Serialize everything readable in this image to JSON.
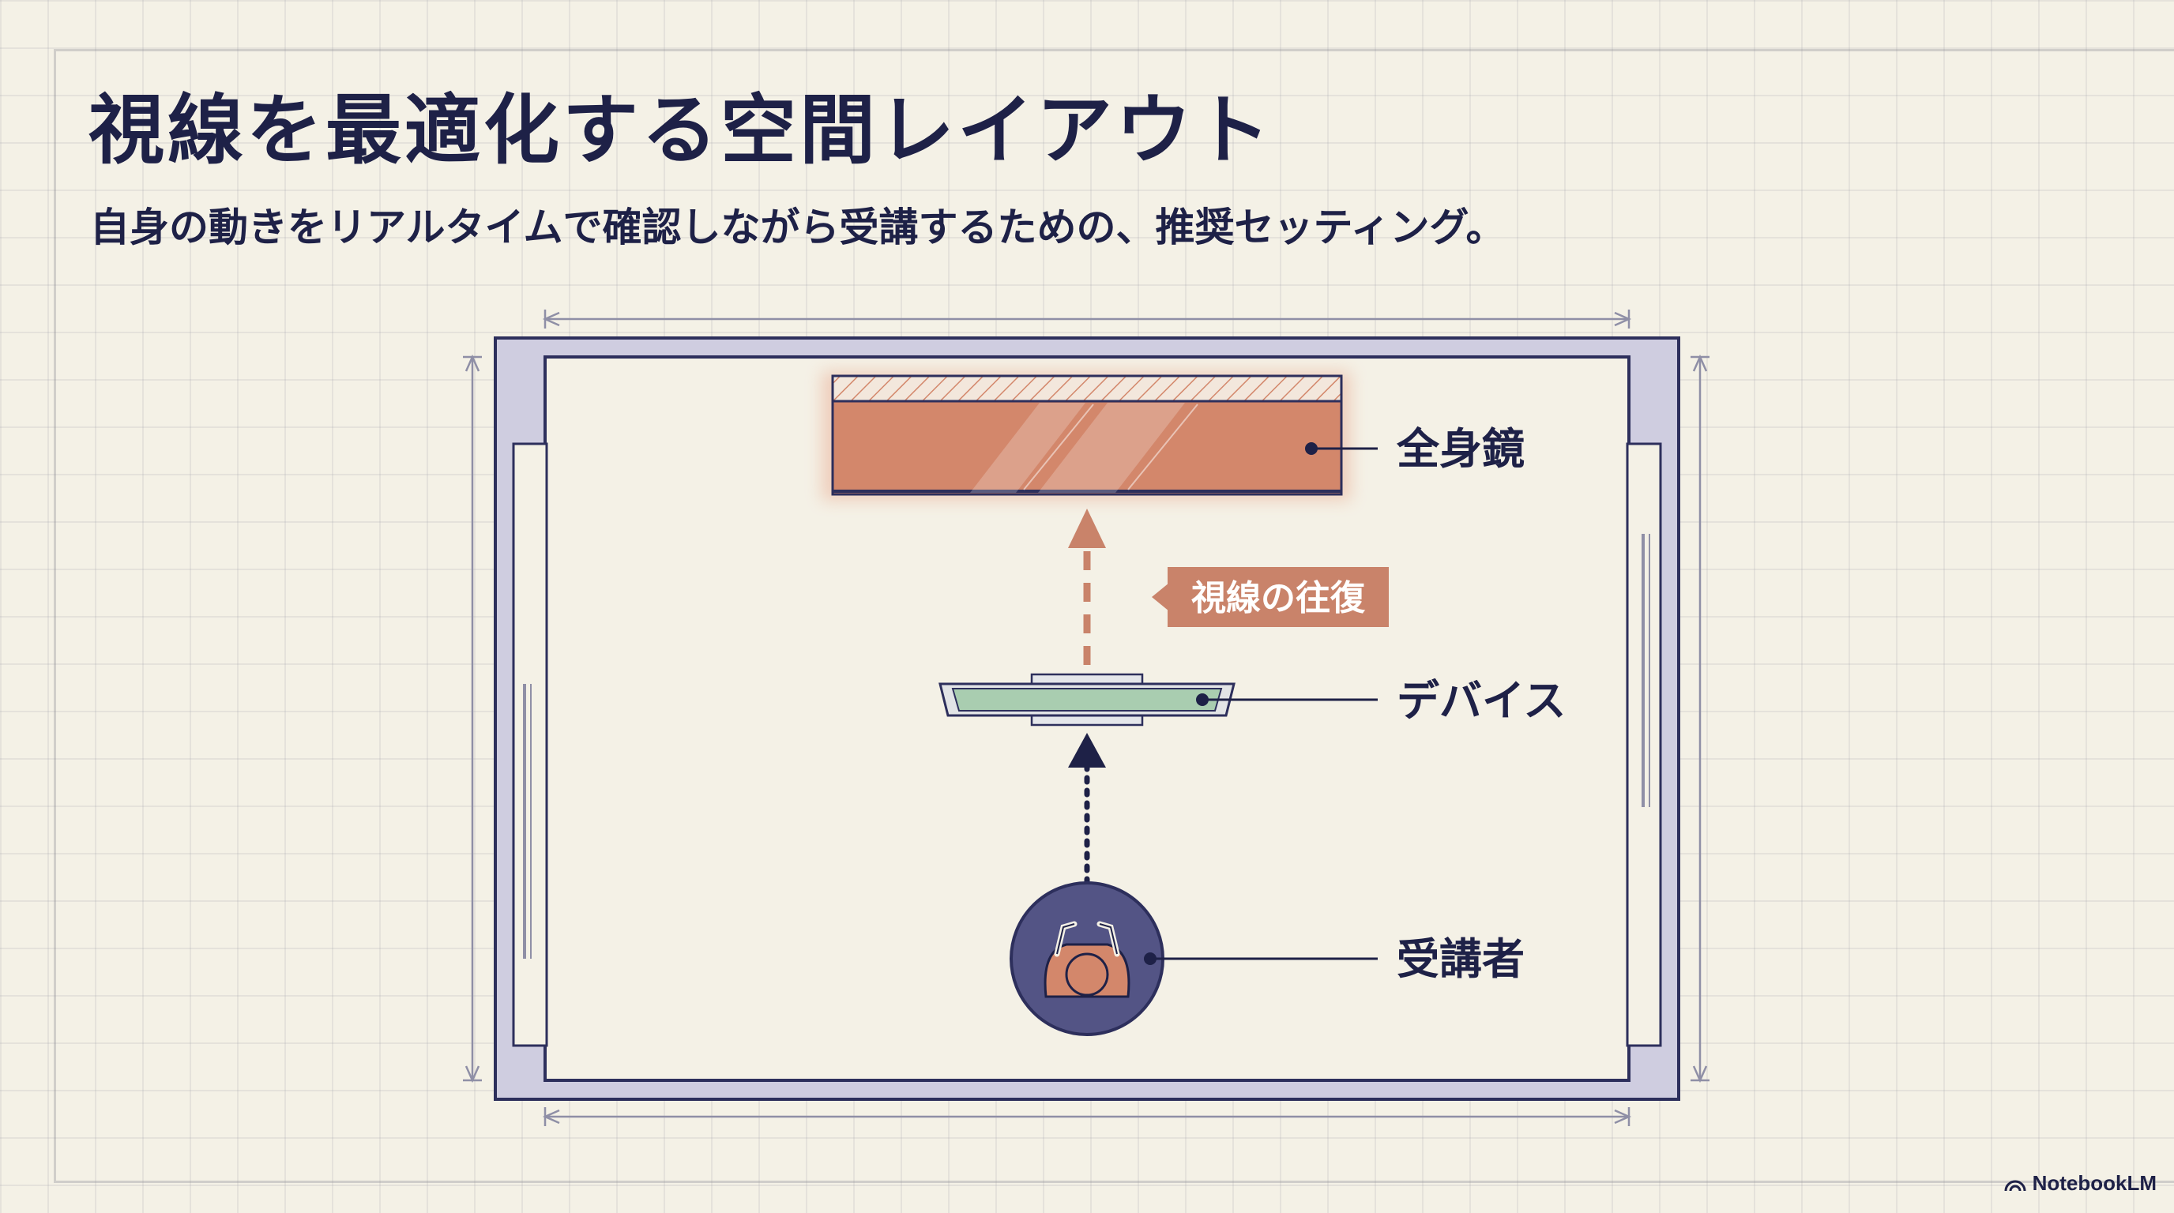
{
  "page": {
    "title": "視線を最適化する空間レイアウト",
    "subtitle": "自身の動きをリアルタイムで確認しながら受講するための、推奨セッティング。"
  },
  "diagram": {
    "labels": {
      "mirror": "全身鏡",
      "device": "デバイス",
      "learner": "受講者",
      "gaze": "視線の往復"
    },
    "colors": {
      "ink": "#1e2147",
      "wall": "#cfcde0",
      "mirror": "#d3876b",
      "device": "#a9cdb0",
      "accent": "#d3876b",
      "learner": "#535485"
    },
    "icons": [
      "mirror-icon",
      "device-icon",
      "person-icon",
      "arrow-up-icon"
    ]
  },
  "brand": {
    "name": "NotebookLM"
  }
}
